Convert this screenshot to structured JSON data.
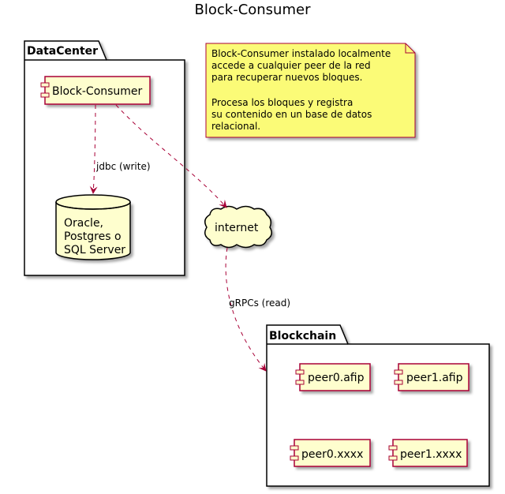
{
  "title": "Block-Consumer",
  "packages": {
    "datacenter": "DataCenter",
    "blockchain": "Blockchain"
  },
  "components": {
    "block_consumer": "Block-Consumer",
    "peer0_afip": "peer0.afip",
    "peer1_afip": "peer1.afip",
    "peer0_xxxx": "peer0.xxxx",
    "peer1_xxxx": "peer1.xxxx"
  },
  "database": {
    "line1": "Oracle,",
    "line2": "Postgres o",
    "line3": "SQL Server"
  },
  "cloud": "internet",
  "edges": {
    "jdbc": "jdbc (write)",
    "grpc": "gRPCs (read)"
  },
  "note": {
    "line1": "Block-Consumer instalado localmente",
    "line2": "accede a cualquier peer de la red",
    "line3": "para recuperar nuevos bloques.",
    "line4": "Procesa los bloques y registra",
    "line5": "su contenido en un base de datos",
    "line6": "relacional."
  },
  "colors": {
    "element_fill": "#FEFECE",
    "element_border": "#A80036",
    "note_fill": "#FBFB77",
    "arrow": "#A80036"
  }
}
